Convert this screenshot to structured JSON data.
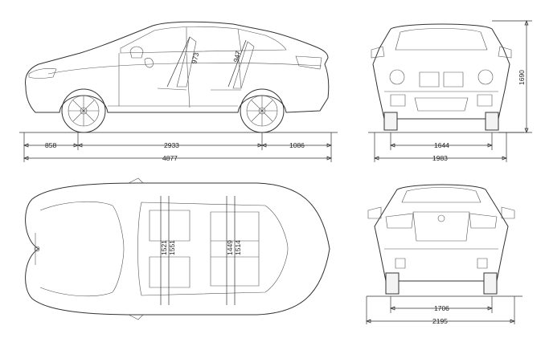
{
  "side_view": {
    "labels": {
      "front_overhang": "858",
      "wheelbase": "2933",
      "rear_overhang": "1086",
      "overall_length": "4877"
    },
    "seat_labels": {
      "front_headroom": "973",
      "rear_headroom": "947"
    }
  },
  "front_view": {
    "labels": {
      "front_track": "1644",
      "overall_width": "1983",
      "height": "1690"
    }
  },
  "top_view": {
    "labels": {
      "front_shoulder": "1521",
      "front_elbow": "1551",
      "rear_shoulder": "1449",
      "rear_elbow": "1514"
    }
  },
  "rear_view": {
    "labels": {
      "rear_track": "1706",
      "width_with_mirrors": "2195"
    }
  }
}
